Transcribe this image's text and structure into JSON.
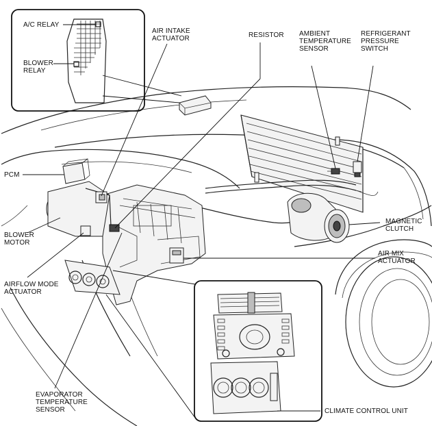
{
  "labels": {
    "ac_relay": "A/C RELAY",
    "blower_relay": "BLOWER\nRELAY",
    "air_intake_actuator": "AIR INTAKE\nACTUATOR",
    "resistor": "RESISTOR",
    "ambient_temperature_sensor": "AMBIENT\nTEMPERATURE\nSENSOR",
    "refrigerant_pressure_switch": "REFRIGERANT\nPRESSURE\nSWITCH",
    "pcm": "PCM",
    "magnetic_clutch": "MAGNETIC\nCLUTCH",
    "blower_motor": "BLOWER\nMOTOR",
    "air_mix_actuator": "AIR MIX\nACTUATOR",
    "airflow_mode_actuator": "AIRFLOW MODE\nACTUATOR",
    "evaporator_temperature_sensor": "EVAPORATOR\nTEMPERATURE\nSENSOR",
    "climate_control_unit": "CLIMATE CONTROL UNIT"
  }
}
